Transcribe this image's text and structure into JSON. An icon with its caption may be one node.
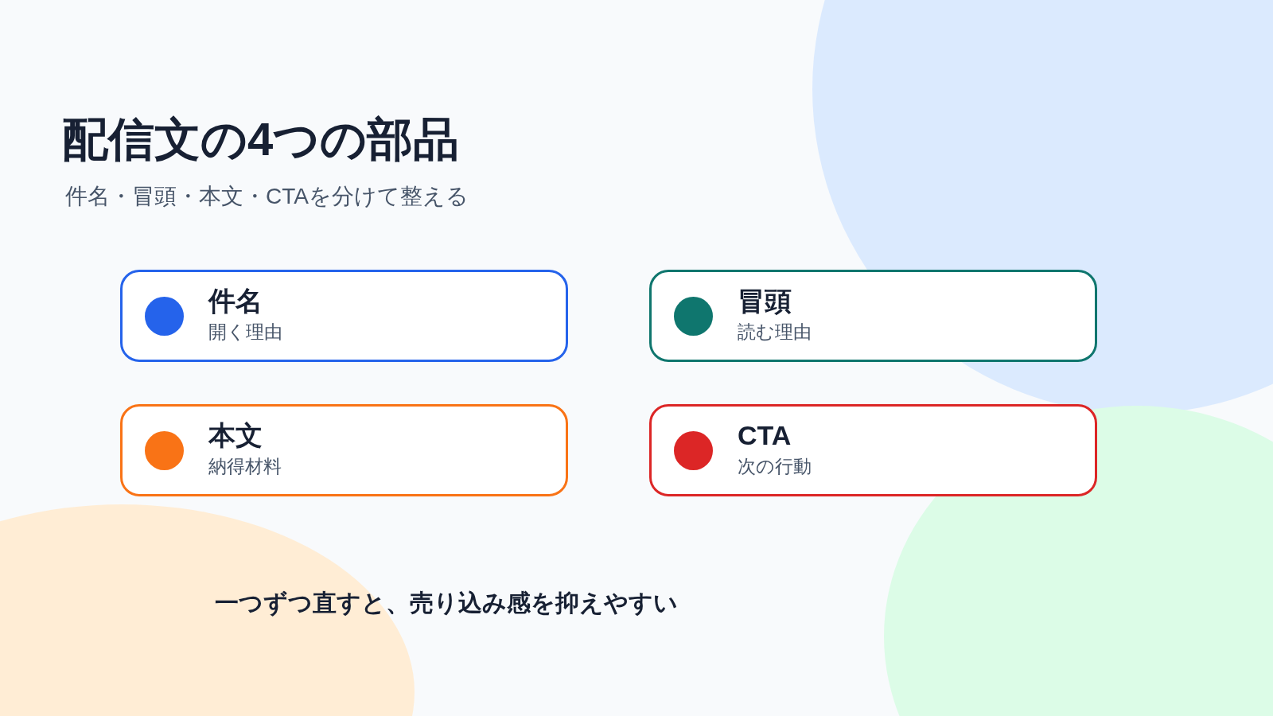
{
  "diagram": {
    "title": "配信文の4つの部品",
    "nodes": [
      {
        "text": [
          "件名",
          "開く理由"
        ]
      },
      {
        "text": [
          "冒頭",
          "読む理由"
        ]
      },
      {
        "text": [
          "本文",
          "納得材料"
        ]
      },
      {
        "text": [
          "CTA",
          "次の行動"
        ]
      }
    ],
    "labels": [
      "件名・冒頭・本文・CTAを分けて整える",
      "一つずつ直すと、売り込み感を抑えやすい"
    ]
  }
}
